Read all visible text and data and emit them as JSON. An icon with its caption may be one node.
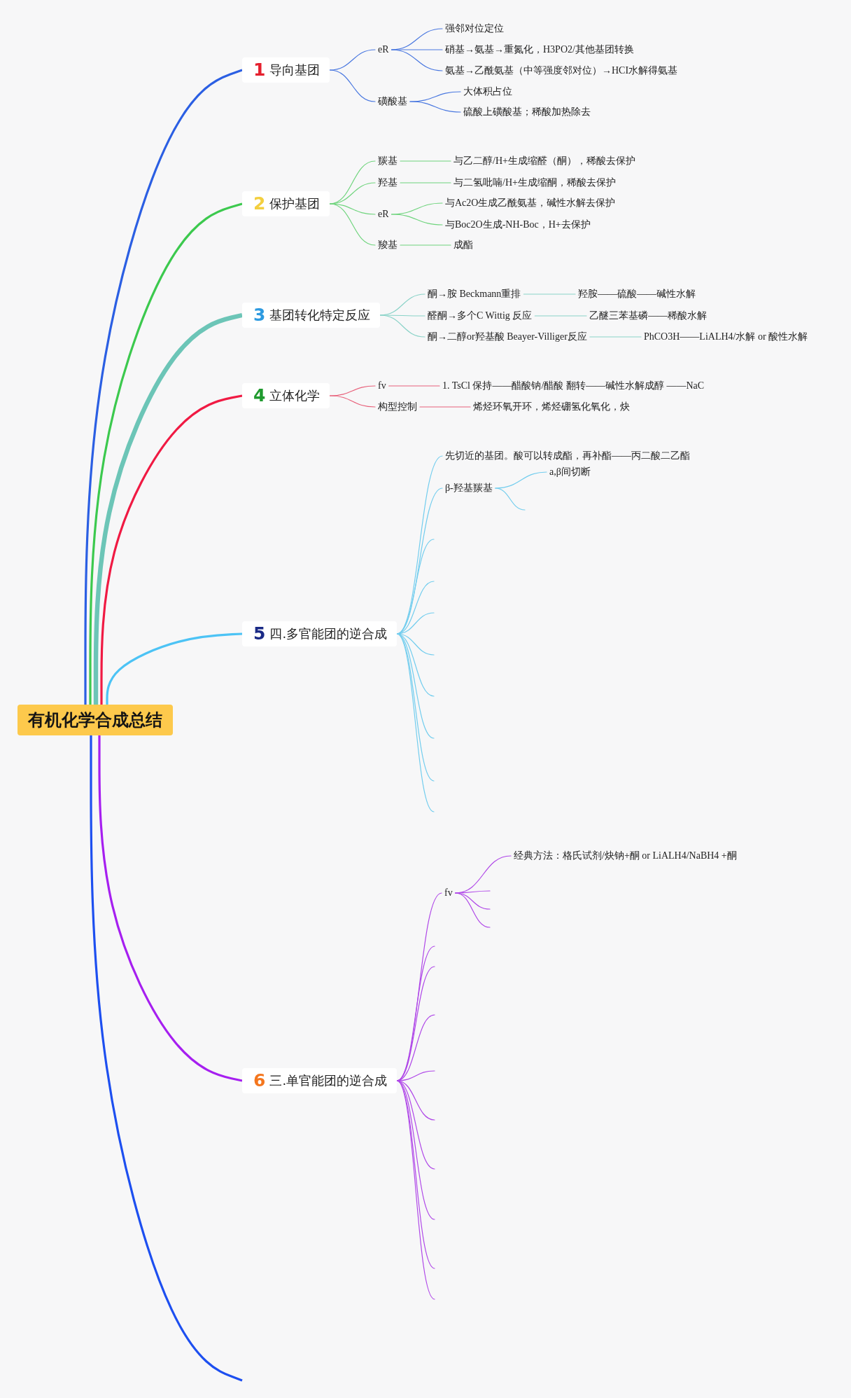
{
  "diagram": {
    "nodes": [
      {
        "text": [
          "有机化学合成总结"
        ]
      },
      {
        "text": [
          "1",
          "导向基团"
        ]
      },
      {
        "text": [
          "eR"
        ]
      },
      {
        "text": [
          "强邻对位定位"
        ]
      },
      {
        "text": [
          "硝基→氨基→重氮化，H3PO2/其他基团转换"
        ]
      },
      {
        "text": [
          "氨基→乙酰氨基（中等强度邻对位）→HCI水解得氨基"
        ]
      },
      {
        "text": [
          "磺酸基"
        ]
      },
      {
        "text": [
          "大体积占位"
        ]
      },
      {
        "text": [
          "硫酸上磺酸基；稀酸加热除去"
        ]
      },
      {
        "text": [
          "2",
          "保护基团"
        ]
      },
      {
        "text": [
          "羰基"
        ]
      },
      {
        "text": [
          "与乙二醇/H+生成缩醛（酮），稀酸去保护"
        ]
      },
      {
        "text": [
          "羟基"
        ]
      },
      {
        "text": [
          "与二氢吡喃/H+生成缩酮，稀酸去保护"
        ]
      },
      {
        "text": [
          "eR"
        ]
      },
      {
        "text": [
          "与Ac2O生成乙酰氨基，碱性水解去保护"
        ]
      },
      {
        "text": [
          "与Boc2O生成-NH-Boc，H+去保护"
        ]
      },
      {
        "text": [
          "羧基"
        ]
      },
      {
        "text": [
          "成酯"
        ]
      },
      {
        "text": [
          "3",
          "基团转化特定反应"
        ]
      },
      {
        "text": [
          "酮→胺 Beckmann重排"
        ]
      },
      {
        "text": [
          "羟胺——硫酸——碱性水解"
        ]
      },
      {
        "text": [
          "醛酮→多个C Wittig 反应"
        ]
      },
      {
        "text": [
          "乙醚三苯基磷——稀酸水解"
        ]
      },
      {
        "text": [
          "酮→二醇or羟基酸 Beayer-Villiger反应"
        ]
      },
      {
        "text": [
          "PhCO3H——LiALH4/水解 or 酸性水解"
        ]
      },
      {
        "text": [
          "4",
          "立体化学"
        ]
      },
      {
        "text": [
          "fv"
        ]
      },
      {
        "text": [
          "1. TsCl 保持——醋酸钠/醋酸 翻转——碱性水解成醇 ——NaC"
        ]
      },
      {
        "text": [
          "构型控制"
        ]
      },
      {
        "text": [
          "烯烃环氧开环，烯烃硼氢化氧化，炔"
        ]
      },
      {
        "text": [
          "5",
          "四.多官能团的逆合成"
        ]
      },
      {
        "text": [
          "先切近的基团。酸可以转成酯，再补酯——丙二酸二乙酯"
        ]
      },
      {
        "text": [
          "β-羟基羰基"
        ]
      },
      {
        "text": [
          "a,β间切断"
        ]
      },
      {
        "text": [
          "6",
          "三.单官能团的逆合成"
        ]
      },
      {
        "text": [
          "fv"
        ]
      },
      {
        "text": [
          "经典方法：格氏试剂/炔钠+酮 or LiALH4/NaBH4 +酮"
        ]
      }
    ],
    "edges": [
      {
        "from": 0,
        "to": 1,
        "arrow": "none",
        "color": "#2b5fe3"
      },
      {
        "from": 1,
        "to": 2,
        "arrow": "none",
        "color": "#4a78e0"
      },
      {
        "from": 2,
        "to": 3,
        "arrow": "none",
        "color": "#4a78e0"
      },
      {
        "from": 2,
        "to": 4,
        "arrow": "none",
        "color": "#4a78e0"
      },
      {
        "from": 2,
        "to": 5,
        "arrow": "none",
        "color": "#4a78e0"
      },
      {
        "from": 1,
        "to": 6,
        "arrow": "none",
        "color": "#4a78e0"
      },
      {
        "from": 6,
        "to": 7,
        "arrow": "none",
        "color": "#4a78e0"
      },
      {
        "from": 6,
        "to": 8,
        "arrow": "none",
        "color": "#4a78e0"
      },
      {
        "from": 0,
        "to": 9,
        "arrow": "none",
        "color": "#3cc94e"
      },
      {
        "from": 9,
        "to": 10,
        "arrow": "none",
        "color": "#6fd47d"
      },
      {
        "from": 10,
        "to": 11,
        "arrow": "none",
        "color": "#6fd47d"
      },
      {
        "from": 9,
        "to": 12,
        "arrow": "none",
        "color": "#6fd47d"
      },
      {
        "from": 12,
        "to": 13,
        "arrow": "none",
        "color": "#6fd47d"
      },
      {
        "from": 9,
        "to": 14,
        "arrow": "none",
        "color": "#6fd47d"
      },
      {
        "from": 14,
        "to": 15,
        "arrow": "none",
        "color": "#6fd47d"
      },
      {
        "from": 14,
        "to": 16,
        "arrow": "none",
        "color": "#6fd47d"
      },
      {
        "from": 9,
        "to": 17,
        "arrow": "none",
        "color": "#6fd47d"
      },
      {
        "from": 17,
        "to": 18,
        "arrow": "none",
        "color": "#6fd47d"
      },
      {
        "from": 0,
        "to": 19,
        "arrow": "none",
        "color": "#6cc5b7",
        "style": "thick"
      },
      {
        "from": 19,
        "to": 20,
        "arrow": "none",
        "color": "#8ad3c8"
      },
      {
        "from": 20,
        "to": 21,
        "arrow": "none",
        "color": "#8ad3c8"
      },
      {
        "from": 19,
        "to": 22,
        "arrow": "none",
        "color": "#8ad3c8"
      },
      {
        "from": 22,
        "to": 23,
        "arrow": "none",
        "color": "#8ad3c8"
      },
      {
        "from": 19,
        "to": 24,
        "arrow": "none",
        "color": "#8ad3c8"
      },
      {
        "from": 24,
        "to": 25,
        "arrow": "none",
        "color": "#8ad3c8"
      },
      {
        "from": 0,
        "to": 26,
        "arrow": "none",
        "color": "#f01a43"
      },
      {
        "from": 26,
        "to": 27,
        "arrow": "none",
        "color": "#e8607a"
      },
      {
        "from": 27,
        "to": 28,
        "arrow": "none",
        "color": "#e8607a"
      },
      {
        "from": 26,
        "to": 29,
        "arrow": "none",
        "color": "#e8607a"
      },
      {
        "from": 29,
        "to": 30,
        "arrow": "none",
        "color": "#e8607a"
      },
      {
        "from": 0,
        "to": 31,
        "arrow": "none",
        "color": "#4cc3f5"
      },
      {
        "from": 31,
        "to": 32,
        "arrow": "none",
        "color": "#72cdee"
      },
      {
        "from": 31,
        "to": 33,
        "arrow": "none",
        "color": "#72cdee"
      },
      {
        "from": 33,
        "to": 34,
        "arrow": "none",
        "color": "#72cdee"
      },
      {
        "from": 33,
        "to": null,
        "arrow": "none",
        "color": "#72cdee"
      },
      {
        "from": 31,
        "to": null,
        "arrow": "none",
        "color": "#72cdee"
      },
      {
        "from": 31,
        "to": null,
        "arrow": "none",
        "color": "#72cdee"
      },
      {
        "from": 31,
        "to": null,
        "arrow": "none",
        "color": "#72cdee"
      },
      {
        "from": 31,
        "to": null,
        "arrow": "none",
        "color": "#72cdee"
      },
      {
        "from": 31,
        "to": null,
        "arrow": "none",
        "color": "#72cdee"
      },
      {
        "from": 31,
        "to": null,
        "arrow": "none",
        "color": "#72cdee"
      },
      {
        "from": 31,
        "to": null,
        "arrow": "none",
        "color": "#72cdee"
      },
      {
        "from": 31,
        "to": null,
        "arrow": "none",
        "color": "#72cdee"
      },
      {
        "from": 0,
        "to": 35,
        "arrow": "none",
        "color": "#a61ff0"
      },
      {
        "from": 35,
        "to": 36,
        "arrow": "none",
        "color": "#b048e8"
      },
      {
        "from": 36,
        "to": 37,
        "arrow": "none",
        "color": "#b048e8"
      },
      {
        "from": 36,
        "to": null,
        "arrow": "none",
        "color": "#b048e8"
      },
      {
        "from": 36,
        "to": null,
        "arrow": "none",
        "color": "#b048e8"
      },
      {
        "from": 36,
        "to": null,
        "arrow": "none",
        "color": "#b048e8"
      },
      {
        "from": 35,
        "to": null,
        "arrow": "none",
        "color": "#b048e8"
      },
      {
        "from": 35,
        "to": null,
        "arrow": "none",
        "color": "#b048e8"
      },
      {
        "from": 35,
        "to": null,
        "arrow": "none",
        "color": "#b048e8"
      },
      {
        "from": 35,
        "to": null,
        "arrow": "none",
        "color": "#b048e8"
      },
      {
        "from": 35,
        "to": null,
        "arrow": "none",
        "color": "#b048e8"
      },
      {
        "from": 35,
        "to": null,
        "arrow": "none",
        "color": "#b048e8"
      },
      {
        "from": 35,
        "to": null,
        "arrow": "none",
        "color": "#b048e8"
      },
      {
        "from": 35,
        "to": null,
        "arrow": "none",
        "color": "#b048e8"
      },
      {
        "from": 35,
        "to": null,
        "arrow": "none",
        "color": "#b048e8"
      },
      {
        "from": 0,
        "to": null,
        "arrow": "none",
        "color": "#1d4ff0"
      }
    ]
  }
}
